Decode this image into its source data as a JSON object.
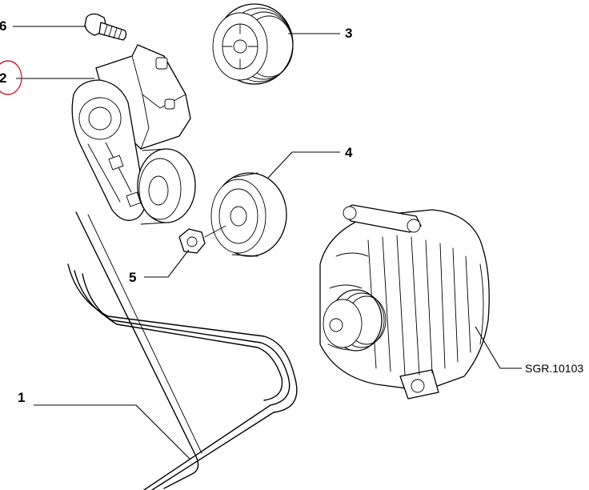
{
  "callouts": [
    {
      "number": "1",
      "part": "poly-v-belt"
    },
    {
      "number": "2",
      "part": "belt-tensioner"
    },
    {
      "number": "3",
      "part": "idler-pulley-grooved"
    },
    {
      "number": "4",
      "part": "idler-pulley"
    },
    {
      "number": "5",
      "part": "nut"
    },
    {
      "number": "6",
      "part": "bolt"
    }
  ],
  "reference": "SGR.10103",
  "highlight": {
    "callout": "2",
    "color": "#cc2233"
  }
}
